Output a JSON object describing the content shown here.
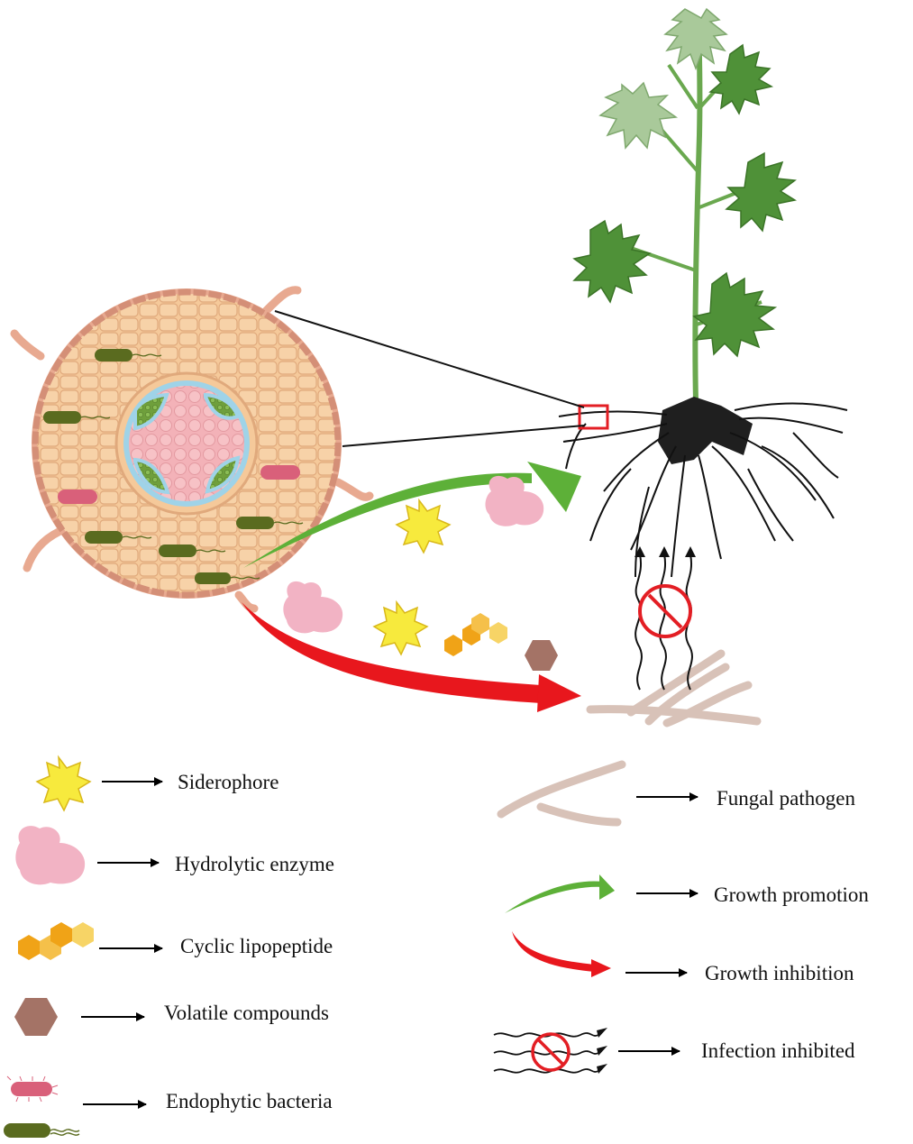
{
  "legend": {
    "siderophore": "Siderophore",
    "hydrolytic_enzyme": "Hydrolytic enzyme",
    "cyclic_lipopeptide": "Cyclic lipopeptide",
    "volatile_compounds": "Volatile compounds",
    "endophytic_bacteria": "Endophytic bacteria",
    "fungal_pathogen": "Fungal pathogen",
    "growth_promotion": "Growth promotion",
    "growth_inhibition": "Growth inhibition",
    "infection_inhibited": "Infection inhibited"
  },
  "colors": {
    "root_cortex": "#f5c99a",
    "root_cell_border": "#e0a97c",
    "root_epidermis": "#e8a990",
    "endodermis": "#9fd3e8",
    "xylem": "#6a9a3a",
    "pith": "#f3b2b8",
    "bacteria_rod_green": "#5a6b1f",
    "bacteria_rod_pink": "#d9607a",
    "siderophore": "#f7ea3d",
    "enzyme": "#f2b3c4",
    "lipopeptide": "#f0a317",
    "volatile": "#a47366",
    "promotion_arrow": "#5db038",
    "inhibition_arrow": "#e8171d",
    "plant_leaf": "#5f9e45",
    "roots": "#111111",
    "fungus": "#e3cfc8",
    "highlight_box": "#e31e24"
  }
}
